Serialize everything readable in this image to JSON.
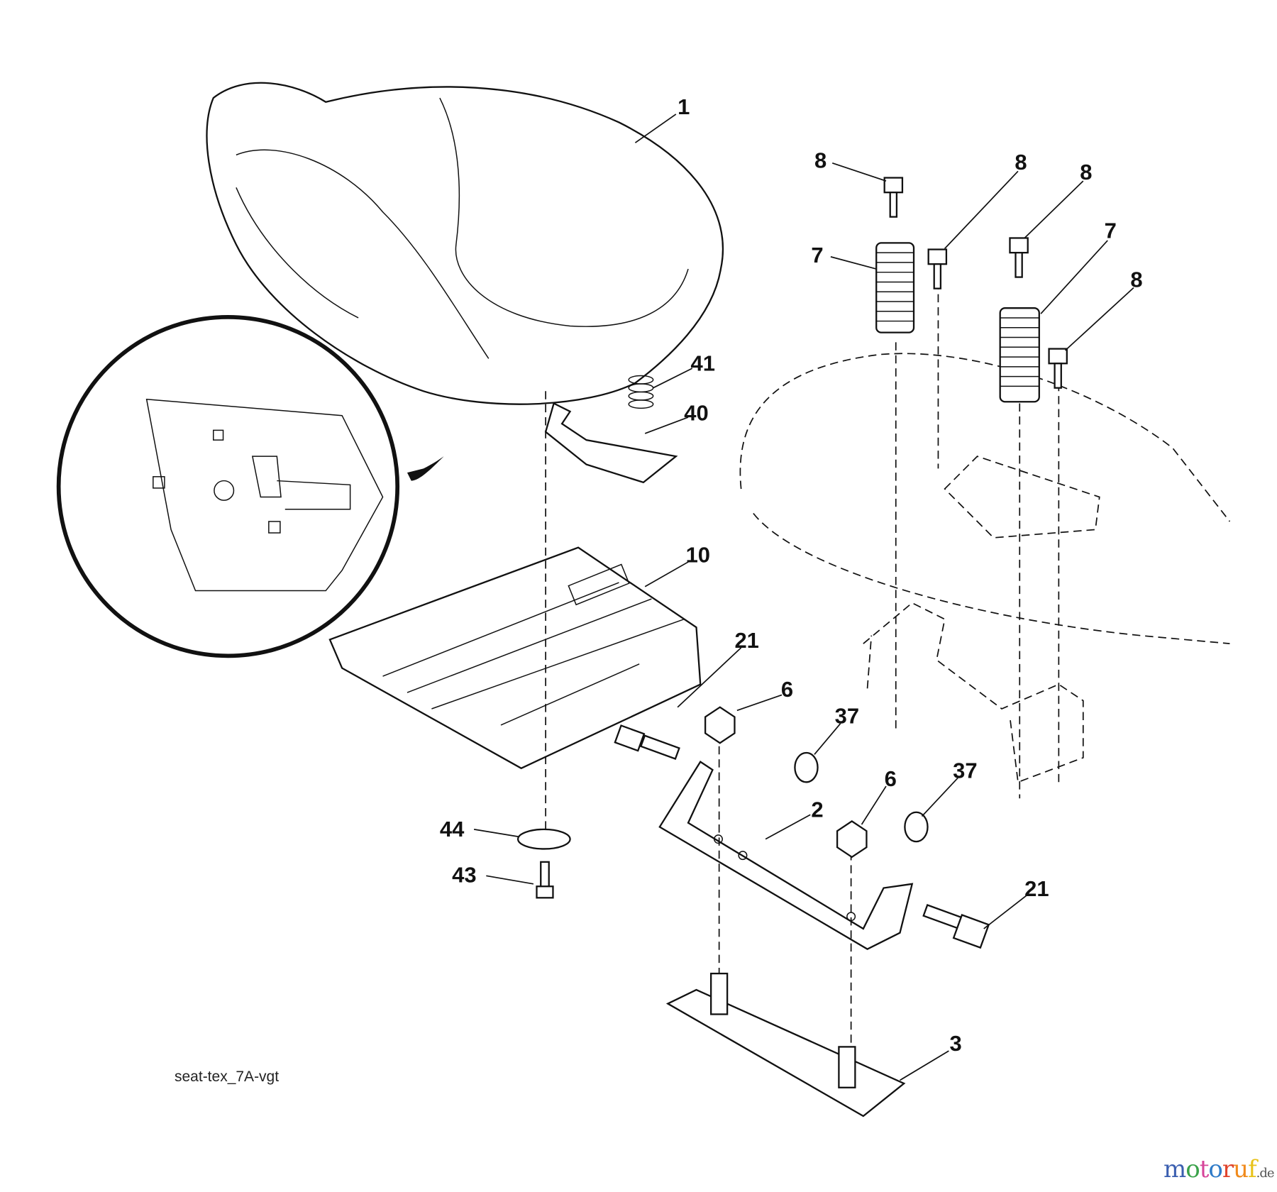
{
  "diagram": {
    "code": "seat-tex_7A-vgt",
    "watermark": "motoruf.de",
    "callouts": {
      "c1": "1",
      "c8a": "8",
      "c8b": "8",
      "c8c": "8",
      "c7a": "7",
      "c7b": "7",
      "c8d": "8",
      "c41": "41",
      "c40": "40",
      "c10": "10",
      "c21a": "21",
      "c6a": "6",
      "c37a": "37",
      "c2": "2",
      "c6b": "6",
      "c37b": "37",
      "c44": "44",
      "c43": "43",
      "c21b": "21",
      "c3": "3"
    }
  }
}
